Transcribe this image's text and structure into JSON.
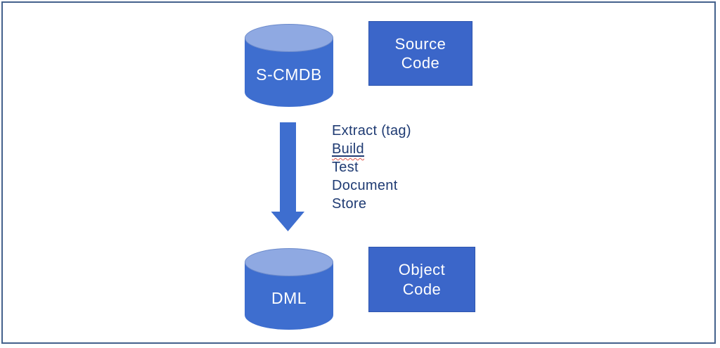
{
  "colors": {
    "frame_border": "#44618C",
    "cylinder_body": "#3E6ECF",
    "cylinder_top": "#8FA9E2",
    "box_fill": "#3B66C9",
    "arrow": "#3E6ECF",
    "step_text": "#1F3B73",
    "shape_text": "#FFFFFF",
    "spellcheck_underline": "#E0564A"
  },
  "top_row": {
    "cylinder_label": "S-CMDB",
    "box_label": "Source\nCode"
  },
  "process": {
    "steps": [
      "Extract (tag)",
      "Build",
      "Test",
      "Document",
      "Store"
    ]
  },
  "bottom_row": {
    "cylinder_label": "DML",
    "box_label": "Object\nCode"
  }
}
